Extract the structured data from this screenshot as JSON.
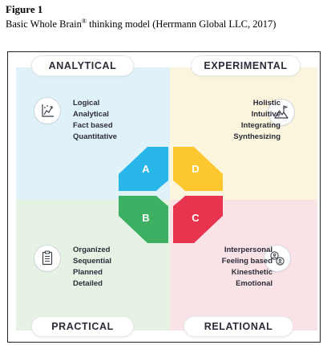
{
  "figure": {
    "label": "Figure 1",
    "caption_main": "Basic Whole Brain",
    "caption_mark": "®",
    "caption_rest": " thinking model (Herrmann Global LLC, 2017)"
  },
  "quadrants": {
    "a": {
      "title": "ANALYTICAL",
      "letter": "A",
      "items": [
        "Logical",
        "Analytical",
        "Fact based",
        "Quantitative"
      ],
      "icon": "chart-trend-icon"
    },
    "d": {
      "title": "EXPERIMENTAL",
      "letter": "D",
      "items": [
        "Holistic",
        "Intuitive",
        "Integrating",
        "Synthesizing"
      ],
      "icon": "mountain-flag-icon"
    },
    "b": {
      "title": "PRACTICAL",
      "letter": "B",
      "items": [
        "Organized",
        "Sequential",
        "Planned",
        "Detailed"
      ],
      "icon": "clipboard-list-icon"
    },
    "c": {
      "title": "RELATIONAL",
      "letter": "C",
      "items": [
        "Interpersonal",
        "Feeling based",
        "Kinesthetic",
        "Emotional"
      ],
      "icon": "people-chat-icon"
    }
  },
  "colors": {
    "a_segment": "#29b6e8",
    "d_segment": "#fdc72f",
    "b_segment": "#3db064",
    "c_segment": "#e8344e",
    "a_background": "#dff1f9",
    "d_background": "#fbf5dd",
    "b_background": "#e6f3e4",
    "c_background": "#f9e3e7"
  }
}
